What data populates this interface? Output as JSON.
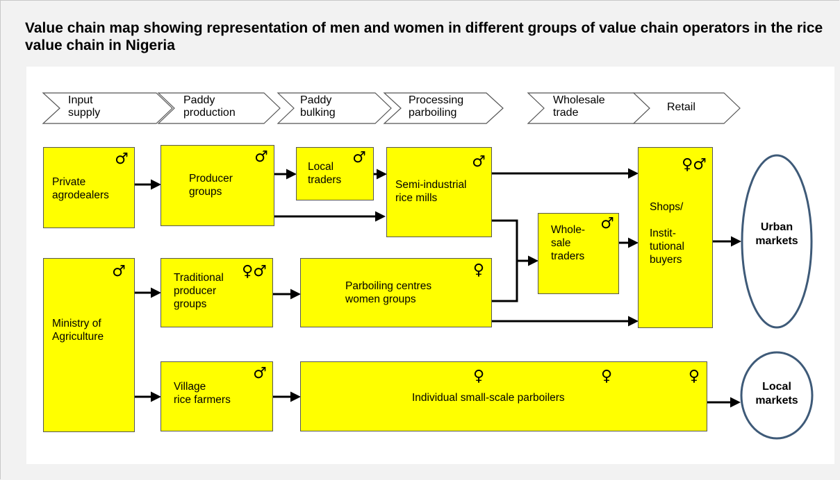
{
  "title": "Value chain map showing representation of men and women in different groups of value chain operators in the rice value chain in Nigeria",
  "stages": [
    {
      "line1": "Input",
      "line2": "supply"
    },
    {
      "line1": "Paddy",
      "line2": "production"
    },
    {
      "line1": "Paddy",
      "line2": "bulking"
    },
    {
      "line1": "Processing",
      "line2": "parboiling"
    },
    {
      "line1": "Wholesale",
      "line2": "trade"
    },
    {
      "line1": "Retail",
      "line2": ""
    }
  ],
  "boxes": {
    "private_agrodealers": {
      "l1": "Private",
      "l2": "agrodealers",
      "gender": "♂"
    },
    "ministry": {
      "l1": "Ministry of",
      "l2": "Agriculture",
      "gender": "♂"
    },
    "producer_groups": {
      "l1": "Producer",
      "l2": "groups",
      "gender": "♂"
    },
    "traditional_groups": {
      "l1": "Traditional",
      "l2": "producer",
      "l3": "groups",
      "gender": "♀♂"
    },
    "village_farmers": {
      "l1": "Village",
      "l2": "rice farmers",
      "gender": "♂"
    },
    "local_traders": {
      "l1": "Local",
      "l2": "traders",
      "gender": "♂"
    },
    "rice_mills": {
      "l1": "Semi-industrial",
      "l2": "rice mills",
      "gender": "♂"
    },
    "parboiling_centres": {
      "l1": "Parboiling centres",
      "l2": "women groups",
      "gender": "♀"
    },
    "small_parboilers": {
      "l1": "Individual  small-scale parboilers",
      "gender": "♀"
    },
    "wholesale_traders": {
      "l1": "Whole-",
      "l2": "sale",
      "l3": "traders",
      "gender": "♂"
    },
    "shops": {
      "l1": "Shops/",
      "l2": "Instit-",
      "l3": "tutional",
      "l4": "buyers",
      "gender": "♀♂"
    }
  },
  "markets": {
    "urban": {
      "l1": "Urban",
      "l2": "markets"
    },
    "local": {
      "l1": "Local",
      "l2": "markets"
    }
  }
}
